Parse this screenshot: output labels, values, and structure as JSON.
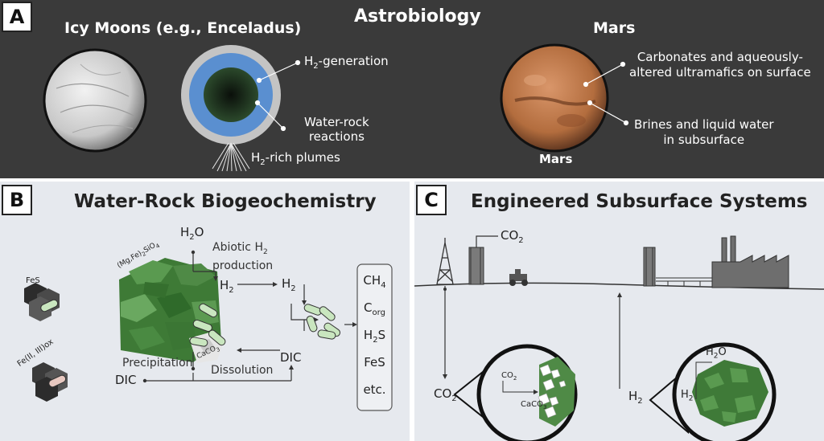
{
  "panel_a": {
    "letter": "A",
    "title": "Astrobiology",
    "icy_title": "Icy Moons (e.g., Enceladus)",
    "mars_title": "Mars",
    "labels": {
      "h2_generation": "H",
      "h2_generation_sub": "2",
      "h2_generation_rest": "-generation",
      "water_rock_1": "Water-rock",
      "water_rock_2": "reactions",
      "plumes": "H",
      "plumes_sub": "2",
      "plumes_rest": "-rich plumes",
      "carbonates_1": "Carbonates and aqueously-",
      "carbonates_2": "altered ultramafics on surface",
      "brines_1": "Brines and liquid water",
      "brines_2": "in subsurface",
      "mars_caption": "Mars"
    }
  },
  "panel_b": {
    "letter": "B",
    "title": "Water-Rock Biogeochemistry",
    "labels": {
      "fes": "FeS",
      "feox": "Fe(II, III)ox",
      "olivine": "(Mg,Fe)",
      "olivine_sub": "2",
      "olivine_rest": "SiO",
      "olivine_sub2": "4",
      "h2o": "H",
      "h2o_sub": "2",
      "h2o_rest": "O",
      "abiotic_1": "Abiotic H",
      "abiotic_sub": "2",
      "abiotic_2": "production",
      "h2_a": "H",
      "h2_a_sub": "2",
      "h2_b": "H",
      "h2_b_sub": "2",
      "precipitation": "Precipitation",
      "caco3": "CaCO",
      "caco3_sub": "3",
      "dissolution": "Dissolution",
      "dic_right": "DIC",
      "dic_left": "DIC"
    },
    "products": [
      {
        "main": "CH",
        "sub": "4"
      },
      {
        "main": "C",
        "sub": "org"
      },
      {
        "main": "H",
        "sub": "2",
        "rest": "S"
      },
      {
        "main": "FeS",
        "sub": ""
      },
      {
        "main": "etc.",
        "sub": ""
      }
    ]
  },
  "panel_c": {
    "letter": "C",
    "title": "Engineered Subsurface Systems",
    "labels": {
      "co2_top": "CO",
      "co2_top_sub": "2",
      "co2_left": "CO",
      "co2_left_sub": "2",
      "co2_inset": "CO",
      "co2_inset_sub": "2",
      "caco3_inset": "CaCO",
      "caco3_inset_sub": "3",
      "h2_right": "H",
      "h2_right_sub": "2",
      "h2o_inset": "H",
      "h2o_inset_sub": "2",
      "h2o_inset_rest": "O",
      "h2_inset": "H",
      "h2_inset_sub": "2"
    }
  },
  "colors": {
    "dark_panel": "#3a3a3a",
    "light_panel": "#e6e9ee",
    "olivine_green": "#4f8a46",
    "bacteria_green": "#c9e6bf",
    "ocean_blue": "#5a8fd0",
    "mars_orange": "#c9824f"
  }
}
